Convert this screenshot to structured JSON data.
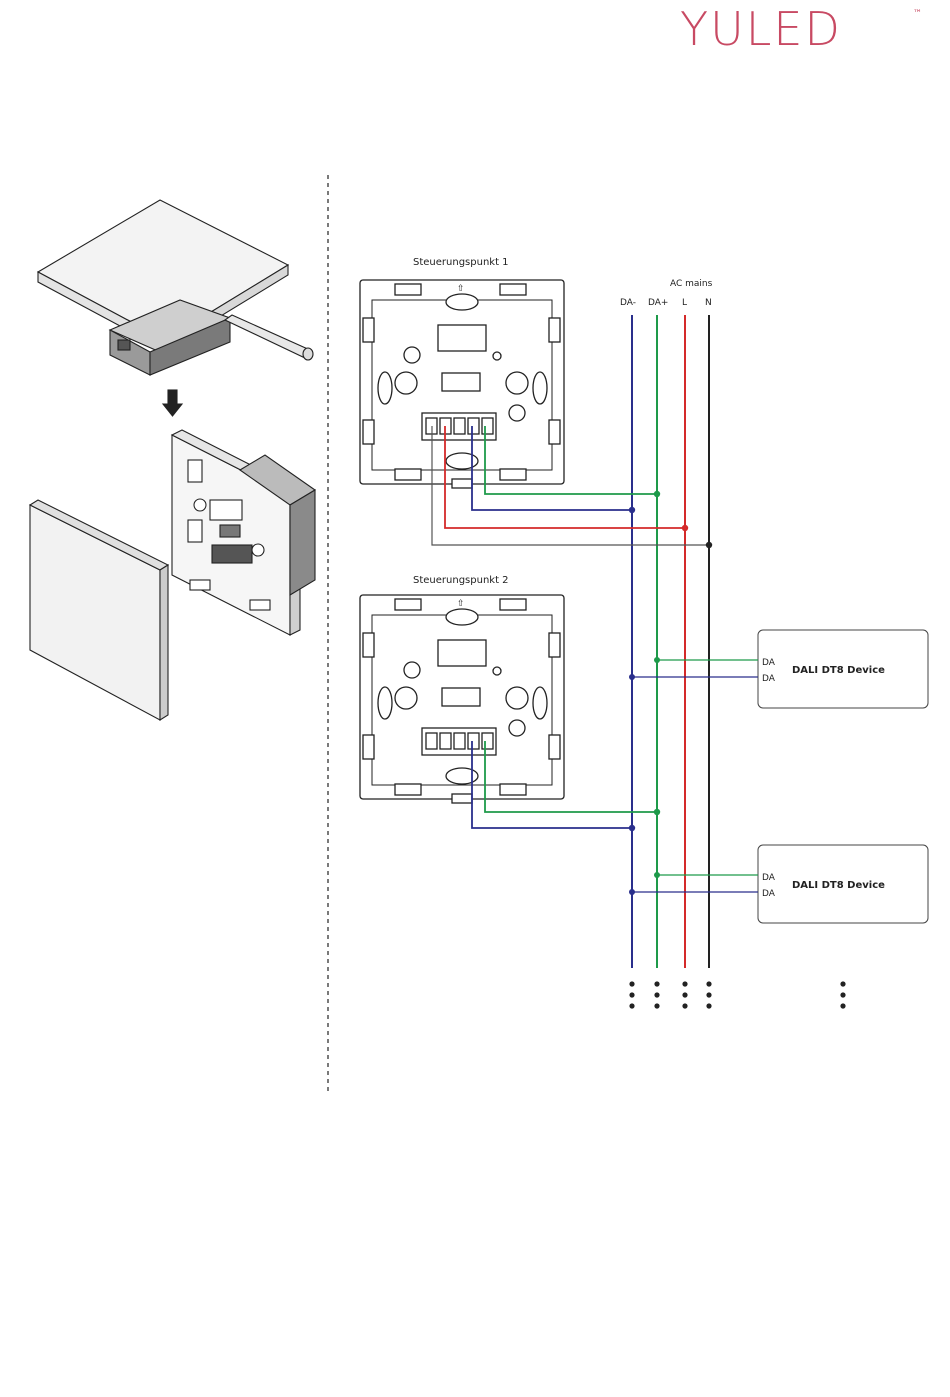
{
  "brand": {
    "name": "YULED",
    "trademark": "™",
    "color": "#c84a63"
  },
  "bus": {
    "group_label": "AC mains",
    "wires": [
      {
        "id": "da-minus",
        "label": "DA-",
        "color": "#2a2f8c"
      },
      {
        "id": "da-plus",
        "label": "DA+",
        "color": "#1e9a4a"
      },
      {
        "id": "l",
        "label": "L",
        "color": "#d42a2a"
      },
      {
        "id": "n",
        "label": "N",
        "color": "#222222"
      }
    ]
  },
  "controllers": [
    {
      "label": "Steuerungspunkt 1"
    },
    {
      "label": "Steuerungspunkt 2"
    }
  ],
  "devices": [
    {
      "name": "DALI DT8 Device",
      "terminal_1": "DA",
      "terminal_2": "DA"
    },
    {
      "name": "DALI DT8 Device",
      "terminal_1": "DA",
      "terminal_2": "DA"
    }
  ],
  "icons": {
    "install": "screwdriver-panel-removal-icon",
    "arrow": "arrow-down-icon",
    "continuation": "vertical-dots-icon"
  }
}
